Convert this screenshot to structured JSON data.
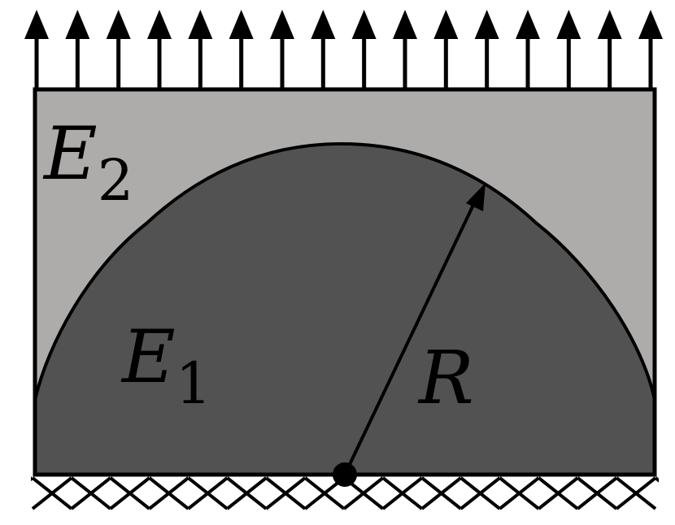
{
  "labels": {
    "outer_material_symbol": "E",
    "outer_material_index": "2",
    "inner_material_symbol": "E",
    "inner_material_index": "1",
    "radius_symbol": "R"
  },
  "colors": {
    "outer_region": "#aeabab",
    "inner_region": "#525252",
    "stroke": "#000000",
    "background": "#ffffff"
  },
  "load_arrow_count": 16,
  "hatch_count": 16
}
